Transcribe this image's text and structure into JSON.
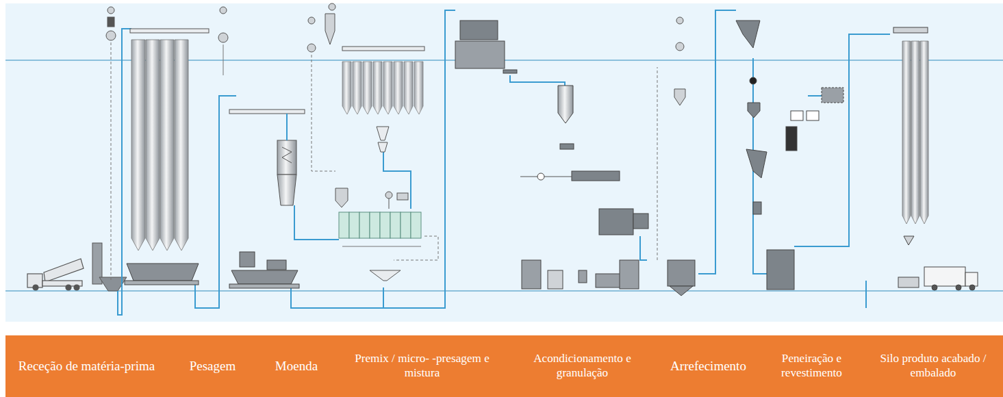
{
  "diagram": {
    "nodes": [
      {
        "text": [
          "Receção de matéria-prima"
        ]
      },
      {
        "text": [
          "Pesagem"
        ]
      },
      {
        "text": [
          "Moenda"
        ]
      },
      {
        "text": [
          "Premix / micro- -presagem e mistura"
        ]
      },
      {
        "text": [
          "Acondicionamento e granulação"
        ]
      },
      {
        "text": [
          "Arrefecimento"
        ]
      },
      {
        "text": [
          "Peneiração e revestimento"
        ]
      },
      {
        "text": [
          "Silo produto acabado / embalado"
        ]
      }
    ]
  }
}
